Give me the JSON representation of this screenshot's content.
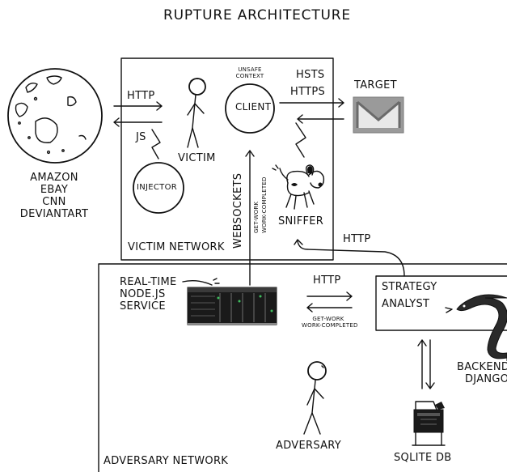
{
  "title": "RUPTURE ARCHITECTURE",
  "networks": {
    "victim": "VICTIM NETWORK",
    "adversary": "ADVERSARY NETWORK"
  },
  "victim_side": {
    "sites": [
      "AMAZON",
      "EBAY",
      "CNN",
      "DEVIANTART"
    ],
    "http": "HTTP",
    "js": "JS",
    "injector": "INJECTOR",
    "victim": "VICTIM",
    "unsafe_context": [
      "UNSAFE",
      "CONTEXT"
    ],
    "client": "CLIENT",
    "hsts": "HSTS",
    "https": "HTTPS",
    "target": "TARGET",
    "sniffer": "SNIFFER",
    "websockets": "WEBSOCKETS",
    "get_work": [
      "GET-WORK",
      "WORK-COMPLETED"
    ]
  },
  "adversary_side": {
    "realtime": [
      "REAL-TIME",
      "NODE.JS",
      "SERVICE"
    ],
    "http_to_strategy": "HTTP",
    "get_work": [
      "GET-WORK",
      "WORK-COMPLETED"
    ],
    "strategy": [
      "STRATEGY",
      "ANALYST"
    ],
    "http_to_sniffer": "HTTP",
    "backend": [
      "BACKEND",
      "DJANGO"
    ],
    "adversary": "ADVERSARY",
    "sqlite": "SQLITE DB"
  },
  "colors": {
    "ink": "#111111",
    "gmail_grey": "#9a9a9a",
    "server": "#1a1a1a",
    "led_green": "#3fbf5f"
  }
}
